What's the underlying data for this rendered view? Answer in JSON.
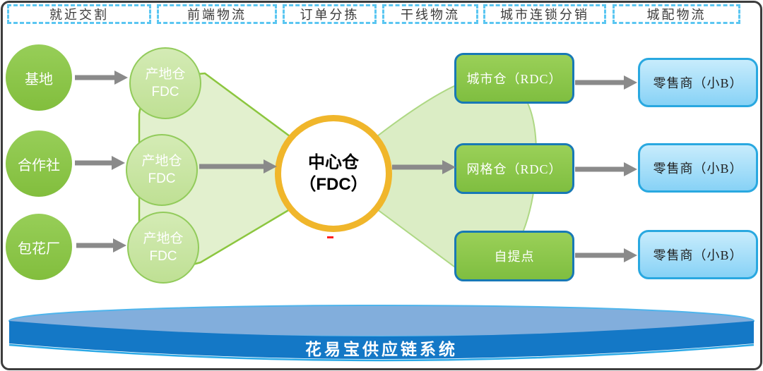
{
  "stages": [
    {
      "label": "就近交割"
    },
    {
      "label": "前端物流"
    },
    {
      "label": "订单分拣"
    },
    {
      "label": "干线物流"
    },
    {
      "label": "城市连锁分销"
    },
    {
      "label": "城配物流"
    }
  ],
  "sources": [
    {
      "label": "基地"
    },
    {
      "label": "合作社"
    },
    {
      "label": "包花厂"
    }
  ],
  "origin_warehouses": [
    {
      "name": "产地仓",
      "code": "FDC"
    },
    {
      "name": "产地仓",
      "code": "FDC"
    },
    {
      "name": "产地仓",
      "code": "FDC"
    }
  ],
  "central_warehouse": {
    "name": "中心仓",
    "code": "（FDC）"
  },
  "distribution_nodes": [
    {
      "label": "城市仓（RDC）"
    },
    {
      "label": "网格仓（RDC）"
    },
    {
      "label": "自提点"
    }
  ],
  "retailers": [
    {
      "label": "零售商（小B）"
    },
    {
      "label": "零售商（小B）"
    },
    {
      "label": "零售商（小B）"
    }
  ],
  "platform": {
    "label": "花易宝供应链系统"
  },
  "colors": {
    "source_green": "#8cc649",
    "fdc_fill": "#c9e5a3",
    "fdc_border": "#92cb5b",
    "funnel_fill_left": "#e2f0ce",
    "funnel_fill_right": "#dbedc5",
    "funnel_border": "#8cc63f",
    "center_gold_border": "#f0b62b",
    "dist_box_green": "#8cc649",
    "dist_box_border_blue": "#1879b5",
    "retail_fill": "#9fdcf8",
    "retail_border": "#29a8e0",
    "stage_border_dashed": "#5ac6f1",
    "arrow_gray": "#8a8a8a",
    "platform_front_blue": "#1478c6",
    "platform_top_blue": "#82aedc",
    "frame_border": "#3c3c3c"
  }
}
